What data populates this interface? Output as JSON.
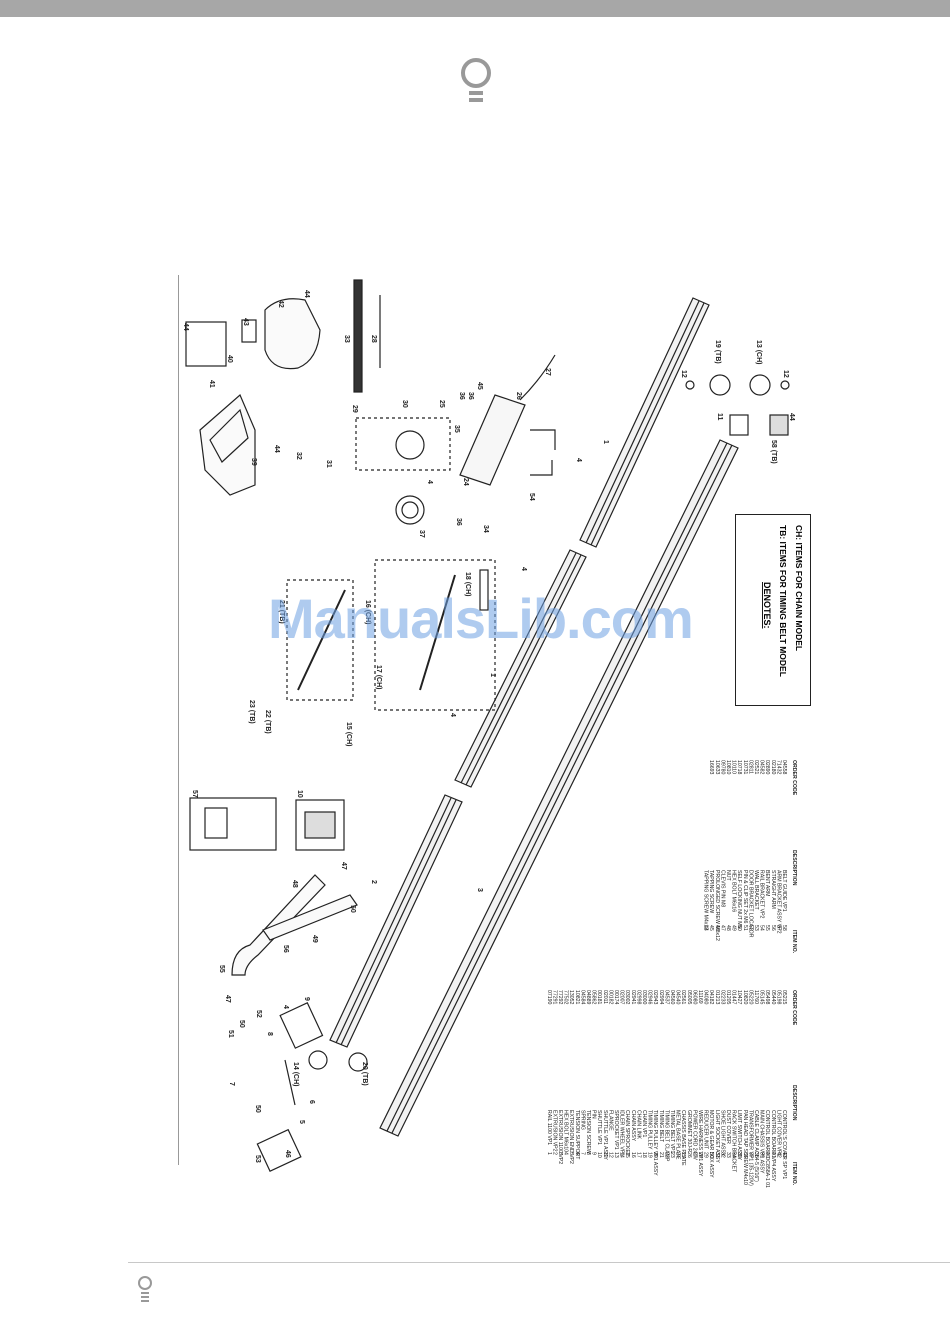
{
  "header": {
    "logo_icon": "bulb-logo-icon"
  },
  "watermark": {
    "text": "ManualsLib.com"
  },
  "notes": {
    "title": "DENOTES:",
    "line1": "TB: ITEMS FOR TIMING BELT MODEL",
    "line2": "CH: ITEMS FOR CHAIN MODEL"
  },
  "callouts": [
    "44",
    "40",
    "41",
    "43",
    "42",
    "44",
    "33",
    "28",
    "39",
    "44",
    "32",
    "31",
    "29",
    "30",
    "4",
    "25",
    "35",
    "36",
    "36",
    "45",
    "26",
    "27",
    "24",
    "54",
    "37",
    "36",
    "34",
    "12",
    "19 (TB)",
    "13 (CH)",
    "12",
    "11",
    "58 (TB)",
    "44",
    "21 (TB)",
    "16 (CH)",
    "18 (CH)",
    "17 (CH)",
    "23 (TB)",
    "22 (TB)",
    "15 (CH)",
    "1",
    "4",
    "4",
    "1",
    "4",
    "57",
    "10",
    "48",
    "47",
    "50",
    "49",
    "56",
    "55",
    "47",
    "51",
    "52",
    "50",
    "4",
    "9",
    "2",
    "3",
    "7",
    "8",
    "14 (CH)",
    "20 (TB)",
    "50",
    "6",
    "5",
    "53",
    "46"
  ],
  "parts_list_left": {
    "headers": [
      "ITEM NO.",
      "DESCRIPTION",
      "ORDER CODE"
    ],
    "rows": [
      [
        "43",
        "CONTROL'S COVER SP VP1",
        "05215"
      ],
      [
        "42",
        "LIGHT COVER VP1",
        "05198"
      ],
      [
        "41",
        "CONTROL BOARD VP4 ASSY",
        "05440"
      ],
      [
        "40",
        "CONTROL BOARD DC858A-1 01",
        "05498"
      ],
      [
        "39",
        "MAIN CHASSIS VP1 ASSY",
        "05145"
      ],
      [
        "38",
        "CABLE CLAMP ACL4-5 (5/16\")",
        "11760"
      ],
      [
        "37",
        "TRANSFORMER VP1 (35-120V)",
        "05220"
      ],
      [
        "36",
        "PAN HEAD TAP SCREW M4x10",
        "10820"
      ],
      [
        "35",
        "LIMIT SWITCH ASSY",
        "10427"
      ],
      [
        "34",
        "RACK SWITCH BRACKET",
        "01447"
      ],
      [
        "33",
        "DUST COVER",
        "01205"
      ],
      [
        "32",
        "SHOE LIGHT ASSY",
        "02233"
      ],
      [
        "31",
        "LIGHT SOCKET ASSY",
        "01213"
      ],
      [
        "30",
        "MOTOR & GEAR BOX ASSY",
        "04182"
      ],
      [
        "29",
        "REDUCER UNIT",
        "04080"
      ],
      [
        "28",
        "WIRE HARNESS VP1 ASSY",
        "11169"
      ],
      [
        "27",
        "POWER CORD 240V",
        "06080"
      ],
      [
        "26",
        "GROMMET 30J-R",
        "05005"
      ],
      [
        "25",
        "CHASSIS BASE PLATE",
        "02561"
      ],
      [
        "24",
        "METAL BASE PLATE",
        "04540"
      ],
      [
        "23",
        "TIMING BELT VP1",
        "04560"
      ],
      [
        "22",
        "TIMING BELT CLAMP",
        "04537"
      ],
      [
        "21",
        "TIMING BELT",
        "02994"
      ],
      [
        "20",
        "TIMING PULLEY VP1 ASSY",
        "02943"
      ],
      [
        "19",
        "TIMING PULLEY",
        "02946"
      ],
      [
        "18",
        "CHAIN VP1",
        "03000"
      ],
      [
        "17",
        "CHAIN LINK",
        "02998"
      ],
      [
        "16",
        "CHAIN ASSY",
        "02941"
      ],
      [
        "15",
        "CHAIN SPROCKET",
        "03002"
      ],
      [
        "14",
        "IDLER WHEEL VP1",
        "02007"
      ],
      [
        "13",
        "SPROCKET VP1",
        "00174"
      ],
      [
        "12",
        "FLANGE",
        "00182"
      ],
      [
        "11",
        "SHUTTLE VP1 ASSY",
        "02011"
      ],
      [
        "10",
        "SHUTTLE VP1",
        "00181"
      ],
      [
        "9",
        "PIN",
        "05862"
      ],
      [
        "8",
        "TENSION SCREW",
        "04889"
      ],
      [
        "7",
        "SPRING",
        "04584"
      ],
      [
        "6",
        "TENSION SUPPORT",
        "10821"
      ],
      [
        "5",
        "EXTRUSION END VP2",
        "13052"
      ],
      [
        "4",
        "HEX BOLT M6x10",
        "77502"
      ],
      [
        "3",
        "EXTRUSION 1100 VP2",
        "77292"
      ],
      [
        "2",
        "EXTRUSION VP2",
        "77291"
      ],
      [
        "1",
        "RAIL 1100 VP1",
        "07190"
      ]
    ]
  },
  "parts_list_right": {
    "headers": [
      "ITEM NO.",
      "DESCRIPTION",
      "ORDER CODE"
    ],
    "rows": [
      [
        "58",
        "BELT GUIDE VP1",
        "04558"
      ],
      [
        "57",
        "ARM BRACKET ASSY VP2",
        "71432"
      ],
      [
        "56",
        "STRAIGHT ARM",
        "02180"
      ],
      [
        "55",
        "BENT ARM",
        "02890"
      ],
      [
        "54",
        "RAIL BRACKET VP2",
        "04582"
      ],
      [
        "53",
        "WALL BRACKET",
        "02521"
      ],
      [
        "52",
        "DOOR BRACKET LOCATOR",
        "02811"
      ],
      [
        "51",
        "PIN & CLIP SET 2x M6",
        "10731"
      ],
      [
        "50",
        "SELF LOCKING NUT M6",
        "10718"
      ],
      [
        "49",
        "HEX BOLT M6x16",
        "10110"
      ],
      [
        "48",
        "NUT",
        "10810"
      ],
      [
        "47",
        "CLEVIS PIN M8",
        "09780"
      ],
      [
        "46",
        "PROLONGED SCREW M8x12",
        "10633"
      ],
      [
        "45",
        "TAPPING SCREW",
        "16693"
      ],
      [
        "44",
        "TAPPING SCREW M4x12",
        ""
      ]
    ]
  },
  "colors": {
    "topbar": "#a7a7a7",
    "watermark": "#6ea0e1",
    "ink": "#222222"
  }
}
